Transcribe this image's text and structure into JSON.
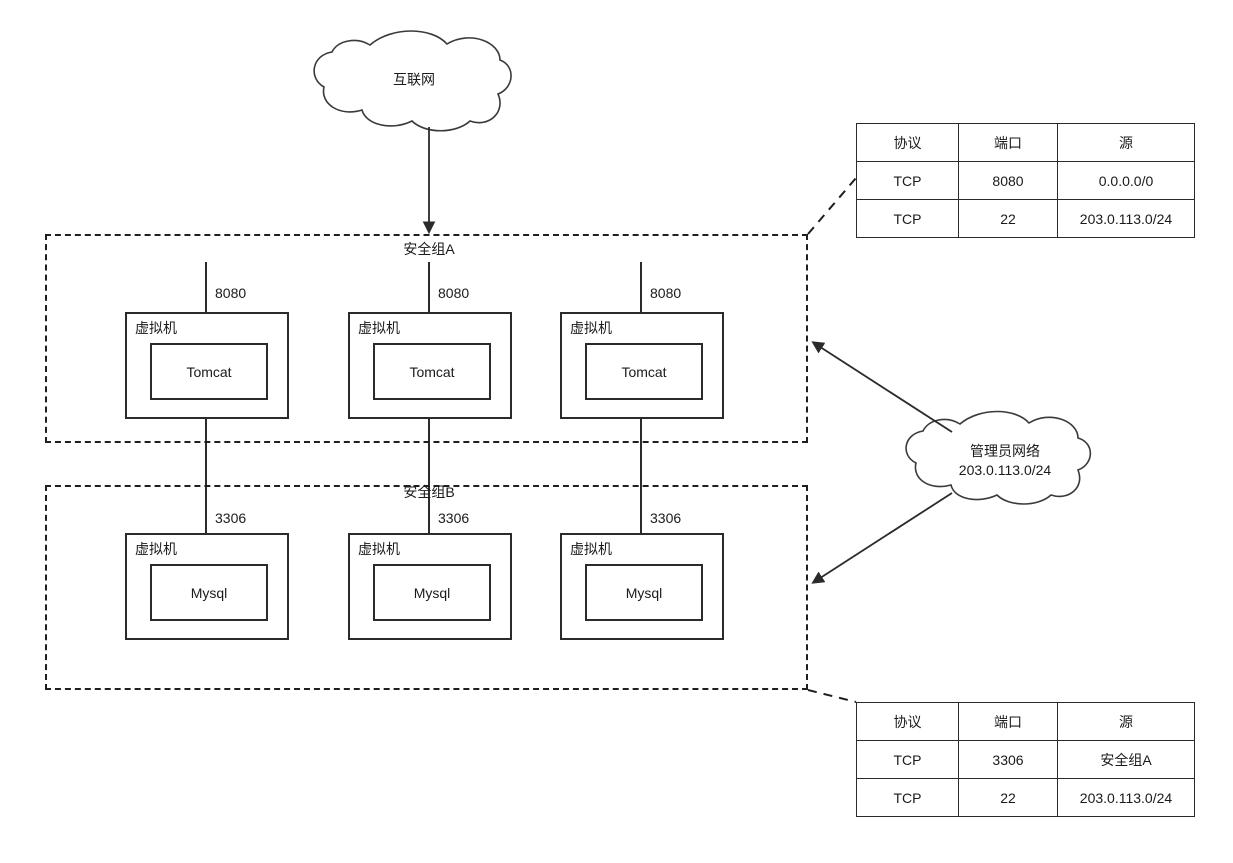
{
  "diagram": {
    "internet_cloud": {
      "label": "互联网"
    },
    "admin_cloud": {
      "label_line1": "管理员网络",
      "label_line2": "203.0.113.0/24"
    },
    "zones": [
      {
        "name": "安全组A",
        "port_label": "8080"
      },
      {
        "name": "安全组B",
        "port_label": "3306"
      }
    ],
    "vm_label": "虚拟机",
    "tier_a": {
      "zone_label": "安全组A",
      "port_labels": [
        "8080",
        "8080",
        "8080"
      ],
      "apps": [
        "Tomcat",
        "Tomcat",
        "Tomcat"
      ]
    },
    "tier_b": {
      "zone_label": "安全组B",
      "port_labels": [
        "3306",
        "3306",
        "3306"
      ],
      "apps": [
        "Mysql",
        "Mysql",
        "Mysql"
      ]
    },
    "tables": [
      {
        "id": "security-group-a-rules",
        "headers": [
          "协议",
          "端口",
          "源"
        ],
        "rows": [
          [
            "TCP",
            "8080",
            "0.0.0.0/0"
          ],
          [
            "TCP",
            "22",
            "203.0.113.0/24"
          ]
        ]
      },
      {
        "id": "security-group-b-rules",
        "headers": [
          "协议",
          "端口",
          "源"
        ],
        "rows": [
          [
            "TCP",
            "3306",
            "安全组A"
          ],
          [
            "TCP",
            "22",
            "203.0.113.0/24"
          ]
        ]
      }
    ],
    "colors": {
      "stroke": "#2b2b2b",
      "dashed_stroke": "#1f1f1f",
      "cloud_stroke": "#3a3a3a",
      "background": "#ffffff",
      "text": "#1a1a1a"
    }
  }
}
